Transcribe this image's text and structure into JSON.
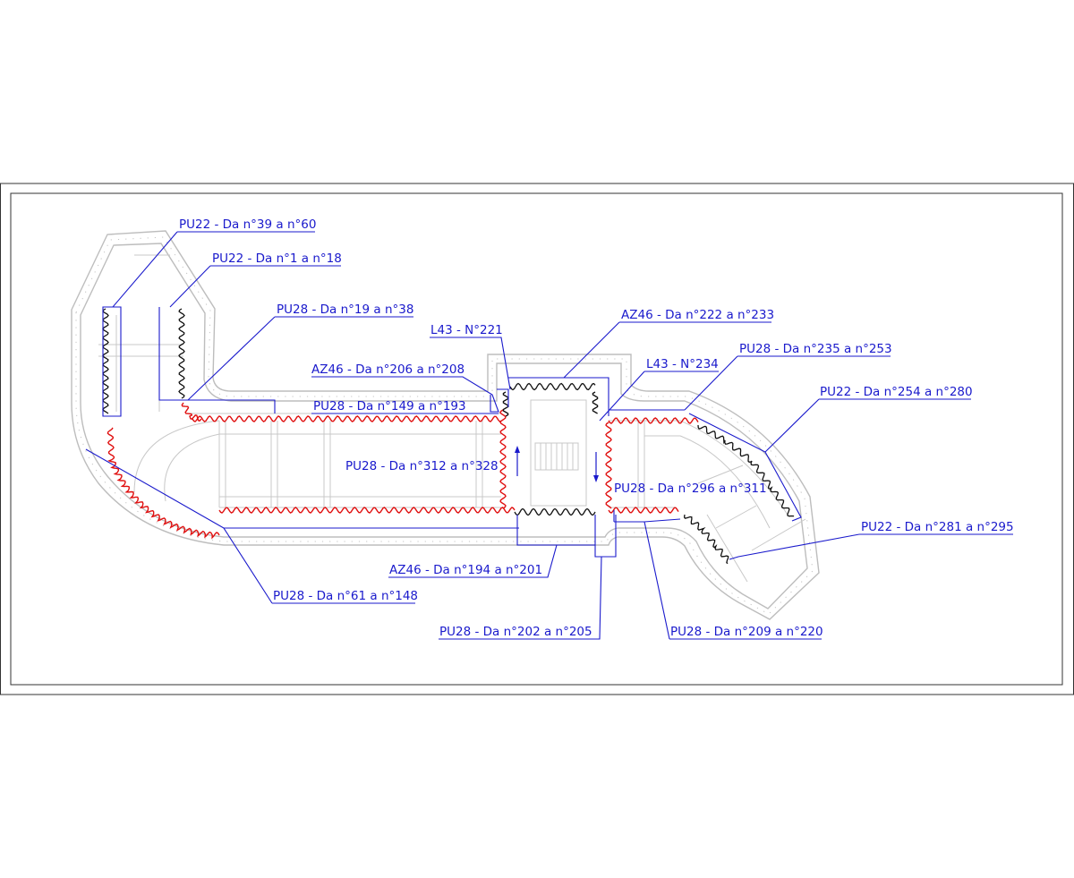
{
  "labels": {
    "pu22_39_60": "PU22 - Da n°39 a n°60",
    "pu22_1_18": "PU22 - Da n°1 a n°18",
    "pu28_19_38": "PU28 - Da n°19 a n°38",
    "l43_221": "L43 - N°221",
    "az46_222_233": "AZ46 - Da n°222 a n°233",
    "l43_234": "L43 - N°234",
    "pu28_235_253": "PU28 - Da n°235 a n°253",
    "az46_206_208": "AZ46 - Da n°206 a n°208",
    "pu28_149_193": "PU28 - Da n°149 a n°193",
    "pu22_254_280": "PU22 - Da n°254 a n°280",
    "pu28_312_328": "PU28 - Da n°312 a n°328",
    "pu28_296_311": "PU28 - Da n°296 a n°311",
    "pu22_281_295": "PU22 - Da n°281 a n°295",
    "az46_194_201": "AZ46 - Da n°194 a n°201",
    "pu28_61_148": "PU28 - Da n°61 a n°148",
    "pu28_202_205": "PU28 - Da n°202 a n°205",
    "pu28_209_220": "PU28 - Da n°209 a n°220"
  },
  "colors": {
    "annotation": "#1a1acc",
    "plan_outline": "#bdbdbd",
    "pile_red": "#e01010",
    "pile_black": "#111111"
  },
  "icons": {
    "arrow_up": "arrow-up-icon",
    "arrow_down": "arrow-down-icon"
  }
}
